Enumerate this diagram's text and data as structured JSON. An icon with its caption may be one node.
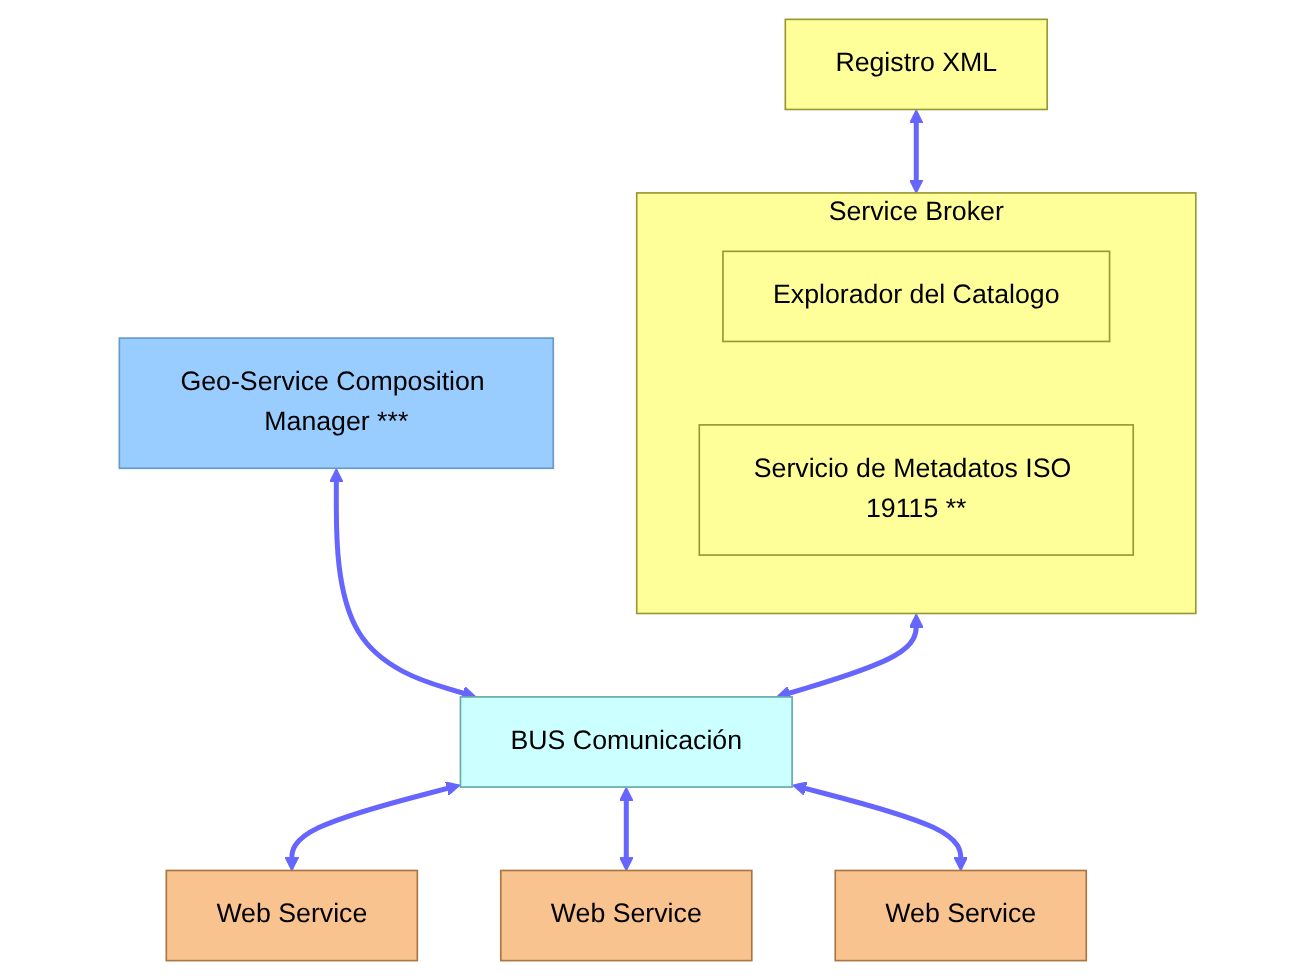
{
  "diagram": {
    "nodes": [
      {
        "text": [
          "Registro XML"
        ]
      },
      {
        "text": [
          "Service Broker"
        ]
      },
      {
        "text": [
          "Explorador del Catalogo"
        ],
        "in": 1
      },
      {
        "text": [
          "Servicio de Metadatos ISO 19115 **"
        ],
        "in": 1
      },
      {
        "text": [
          "Geo-Service Composition Manager ***"
        ]
      },
      {
        "text": [
          "BUS Comunicación"
        ]
      },
      {
        "text": [
          "Web Service"
        ]
      },
      {
        "text": [
          "Web Service"
        ]
      },
      {
        "text": [
          "Web Service"
        ]
      }
    ],
    "edges": [
      {
        "from": 0,
        "to": 1,
        "arrow": "both"
      },
      {
        "from": 4,
        "to": 5,
        "arrow": "both"
      },
      {
        "from": 1,
        "to": 5,
        "arrow": "both"
      },
      {
        "from": 5,
        "to": 6,
        "arrow": "both"
      },
      {
        "from": 5,
        "to": 7,
        "arrow": "both"
      },
      {
        "from": 5,
        "to": 8,
        "arrow": "both"
      }
    ]
  }
}
